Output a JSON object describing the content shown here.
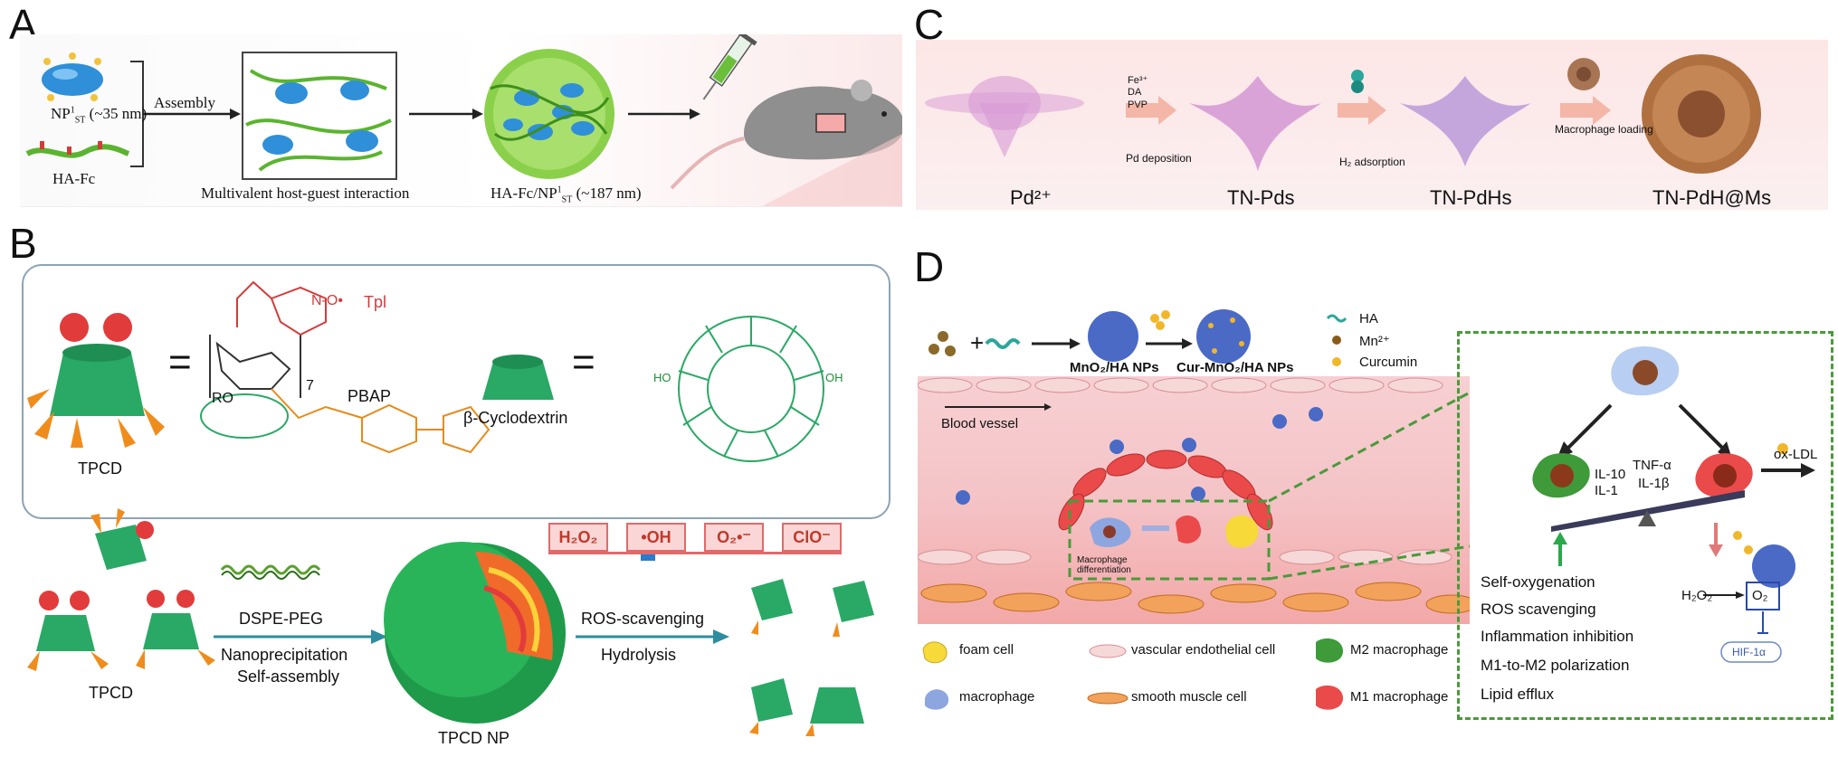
{
  "panels": {
    "A": {
      "label": "A",
      "np_label": "NP",
      "np_sup": "1",
      "np_sub": "ST",
      "np_size": " (~35 nm)",
      "assembly": "Assembly",
      "hafc": "HA-Fc",
      "multivalent": "Multivalent host-guest interaction",
      "complex_prefix": "HA-Fc/NP",
      "complex_sup": "1",
      "complex_sub": "ST",
      "complex_size": " (~187 nm)"
    },
    "B": {
      "label": "B",
      "tpcd": "TPCD",
      "equals": "=",
      "tpl": "Tpl",
      "n_o": "N-O•",
      "ro": "RO",
      "repeat_n": "7",
      "pbap": "PBAP",
      "b_cd": "β-Cyclodextrin",
      "ho": "HO",
      "oh": "OH",
      "ros_species": [
        "H₂O₂",
        "•OH",
        "O₂•⁻",
        "ClO⁻"
      ],
      "dspe_peg": "DSPE-PEG",
      "nanoprecip": "Nanoprecipitation",
      "self_assembly": "Self-assembly",
      "ros_scav": "ROS-scavenging",
      "hydrolysis": "Hydrolysis",
      "tpcd_bottom": "TPCD",
      "tpcd_np": "TPCD NP"
    },
    "C": {
      "label": "C",
      "fe": "Fe³⁺",
      "da": "DA",
      "pvp": "PVP",
      "pd_deposition": "Pd deposition",
      "h2_adsorption": "H₂ adsorption",
      "macrophage_loading": "Macrophage loading",
      "stages": [
        "Pd²⁺",
        "TN-Pds",
        "TN-PdHs",
        "TN-PdH@Ms"
      ]
    },
    "D": {
      "label": "D",
      "plus": "+",
      "mno2_np": "MnO₂/HA  NPs",
      "cur_np": "Cur-MnO₂/HA  NPs",
      "legend_top": [
        "HA",
        "Mn²⁺",
        "Curcumin"
      ],
      "blood_vessel": "Blood vessel",
      "macrophage_diff": "Macrophage differentiation",
      "il10": "IL-10",
      "il1": "IL-1",
      "tnf": "TNF-α",
      "il1b": "IL-1β",
      "oxldl": "ox-LDL",
      "effects": [
        "Self-oxygenation",
        "ROS scavenging",
        "Inflammation inhibition",
        "M1-to-M2 polarization",
        "Lipid efflux"
      ],
      "h2o2": "H₂O₂",
      "o2": "O₂",
      "hif": "HIF-1α",
      "legend_bottom": [
        "foam cell",
        "vascular endothelial cell",
        "M2 macrophage",
        "macrophage",
        "smooth muscle cell",
        "M1 macrophage"
      ]
    }
  },
  "colors": {
    "green_cd": "#2aa865",
    "np_blue": "#3a8fd6",
    "ros_red": "#c0392b",
    "vessel_pink": "#f6c9cc",
    "dash_green": "#4a9a3a",
    "pd_pink": "#d79ad6"
  }
}
